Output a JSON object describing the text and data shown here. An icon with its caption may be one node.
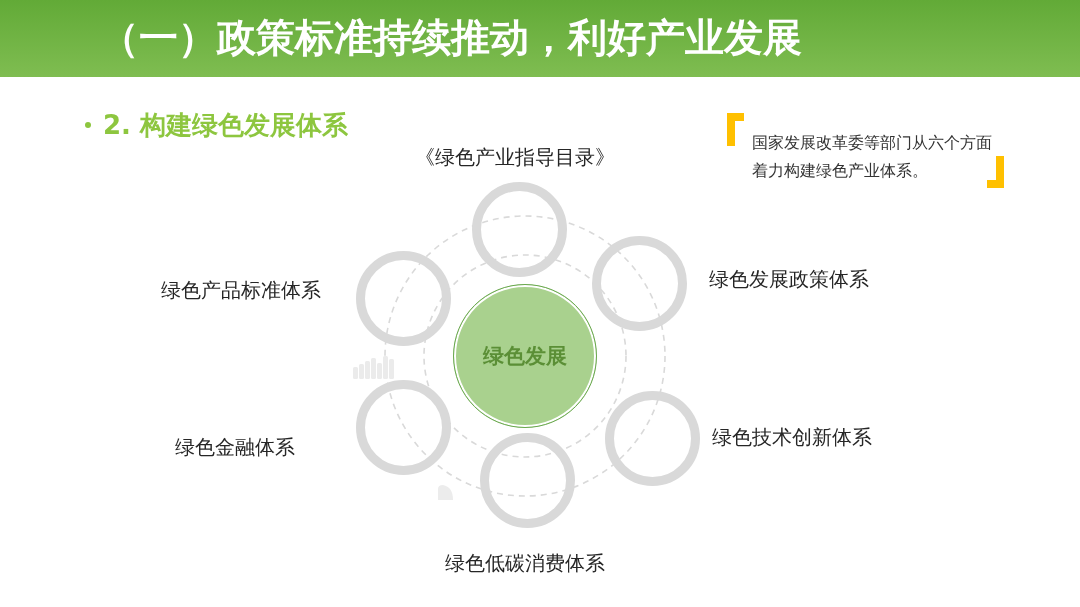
{
  "diagram": {
    "title": "（一）政策标准持续推动，利好产业发展",
    "nodes": [
      {
        "text": [
          "绿色发展"
        ]
      },
      {
        "text": [],
        "shape": "circle",
        "beside": [
          "《绿色产业指导目录》"
        ]
      },
      {
        "text": [],
        "shape": "circle",
        "beside": [
          "绿色发展政策体系"
        ]
      },
      {
        "text": [],
        "shape": "circle",
        "beside": [
          "绿色技术创新体系"
        ]
      },
      {
        "text": [],
        "shape": "circle",
        "beside": [
          "绿色低碳消费体系"
        ]
      },
      {
        "text": [],
        "shape": "circle",
        "beside": [
          "绿色金融体系"
        ]
      },
      {
        "text": [],
        "shape": "circle",
        "beside": [
          "绿色产品标准体系"
        ]
      }
    ],
    "labels": [
      "2. 构建绿色发展体系",
      "国家发展改革委等部门从六个方面着力构建绿色产业体系。"
    ]
  }
}
